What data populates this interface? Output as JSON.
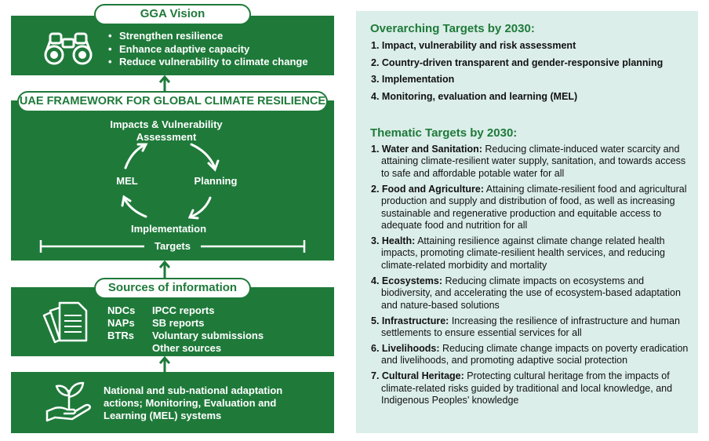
{
  "left": {
    "vision": {
      "title": "GGA Vision",
      "bullets": [
        "Strengthen resilience",
        "Enhance adaptive capacity",
        "Reduce vulnerability to climate change"
      ]
    },
    "framework": {
      "title": "UAE FRAMEWORK FOR GLOBAL CLIMATE RESILIENCE",
      "cycle": {
        "top": "Impacts & Vulnerability Assessment",
        "right": "Planning",
        "bottom": "Implementation",
        "left": "MEL"
      },
      "targets_label": "Targets"
    },
    "sources": {
      "title": "Sources of information",
      "col1": [
        "NDCs",
        "NAPs",
        "BTRs"
      ],
      "col2": [
        "IPCC reports",
        "SB reports",
        "Voluntary submissions",
        "Other sources"
      ]
    },
    "actions": {
      "text": "National and sub-national adaptation actions; Monitoring, Evaluation and Learning (MEL) systems"
    }
  },
  "right": {
    "overarching": {
      "title": "Overarching Targets by 2030:",
      "items": [
        "Impact, vulnerability and risk assessment",
        "Country-driven transparent and gender-responsive planning",
        "Implementation",
        "Monitoring, evaluation and learning (MEL)"
      ]
    },
    "thematic": {
      "title": "Thematic Targets by 2030:",
      "items": [
        {
          "label": "Water and Sanitation:",
          "text": " Reducing climate-induced water scarcity and attaining climate-resilient water supply, sanitation, and towards access to safe and affordable potable water for all"
        },
        {
          "label": "Food and Agriculture:",
          "text": " Attaining climate-resilient food and agricultural production and supply and distribution of food, as well as increasing sustainable and regenerative production and equitable access to adequate food and nutrition for all"
        },
        {
          "label": "Health:",
          "text": " Attaining resilience against climate change related health impacts, promoting climate-resilient health services, and reducing climate-related morbidity and mortality"
        },
        {
          "label": "Ecosystems:",
          "text": " Reducing climate impacts on ecosystems and biodiversity, and accelerating the use of ecosystem-based adaptation and nature-based solutions"
        },
        {
          "label": "Infrastructure:",
          "text": " Increasing the resilience of infrastructure and human settlements to ensure essential services for all"
        },
        {
          "label": "Livelihoods:",
          "text": " Reducing climate change impacts on poverty eradication and livelihoods, and promoting adaptive social protection"
        },
        {
          "label": "Cultural Heritage:",
          "text": " Protecting cultural heritage from the impacts of climate-related risks guided by traditional and local knowledge, and Indigenous Peoples’ knowledge"
        }
      ]
    }
  },
  "colors": {
    "green": "#1f7a3a",
    "panel": "#dbeee9"
  }
}
